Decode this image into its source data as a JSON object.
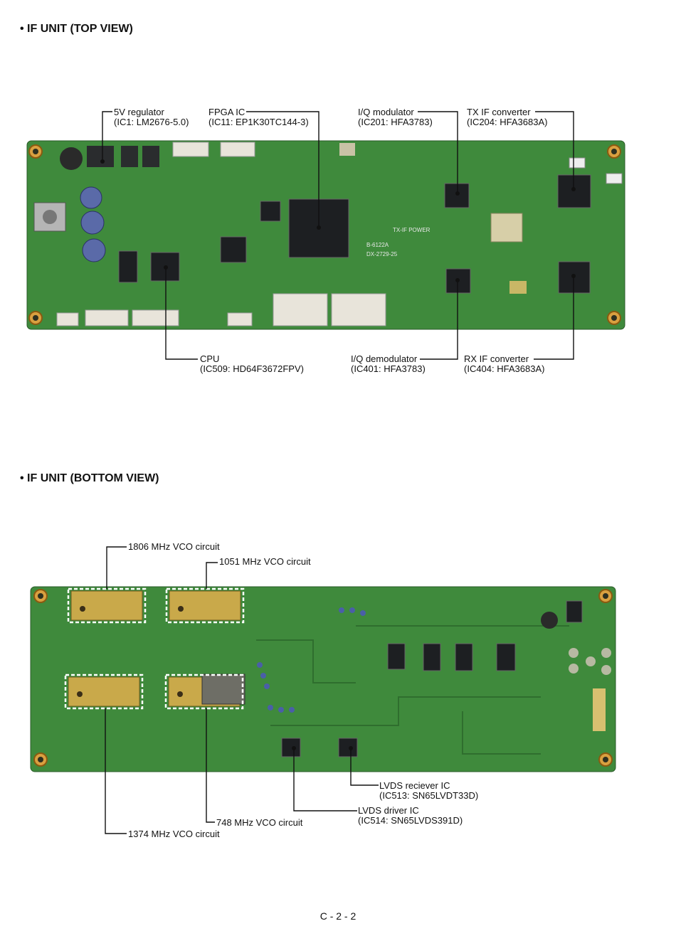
{
  "top_view": {
    "heading": "• IF UNIT (TOP VIEW)",
    "callouts": [
      {
        "name": "5V regulator",
        "part": "(IC1: LM2676-5.0)"
      },
      {
        "name": "FPGA IC",
        "part": "(IC11: EP1K30TC144-3)"
      },
      {
        "name": "I/Q modulator",
        "part": "(IC201: HFA3783)"
      },
      {
        "name": "TX IF converter",
        "part": "(IC204: HFA3683A)"
      },
      {
        "name": "CPU",
        "part": "(IC509: HD64F3672FPV)"
      },
      {
        "name": "I/Q demodulator",
        "part": "(IC401: HFA3783)"
      },
      {
        "name": "RX IF converter",
        "part": "(IC404: HFA3683A)"
      }
    ],
    "board_marks": [
      "B-6122A",
      "DX-2729-25",
      "TX-IF POWER"
    ]
  },
  "bottom_view": {
    "heading": "• IF UNIT (BOTTOM VIEW)",
    "callouts": [
      {
        "name": "1806 MHz VCO circuit"
      },
      {
        "name": "1051 MHz VCO circuit"
      },
      {
        "name": "1374 MHz VCO circuit"
      },
      {
        "name": "748 MHz VCO circuit"
      },
      {
        "name": "LVDS reciever IC",
        "part": "(IC513: SN65LVDT33D)"
      },
      {
        "name": "LVDS driver IC",
        "part": "(IC514: SN65LVDS391D)"
      }
    ]
  },
  "page_number": "C - 2 - 2",
  "colors": {
    "pcb": "#3f8a3c",
    "pcb_dark": "#2f6e2e",
    "chip": "#1d1f22",
    "gold": "#c9a94a",
    "shield": "#b9a23c"
  }
}
